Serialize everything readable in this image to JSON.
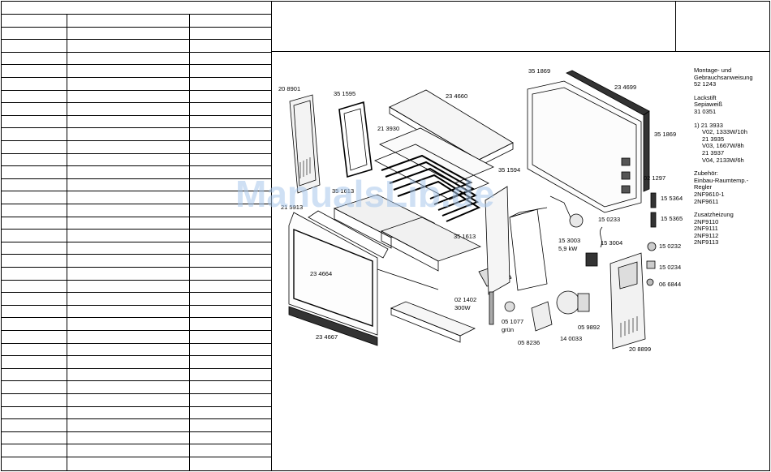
{
  "part_labels": [
    "35 1869",
    "23 4699",
    "35 1869",
    "20 8901",
    "35 1595",
    "23 4660",
    "21 3930",
    "35 1594",
    "02 1297",
    "35 1613",
    "15 5364",
    "15 5365",
    "15 0233",
    "35 1613",
    "15 3003",
    "5,9 kW",
    "15 3004",
    "15 0232",
    "15 0234",
    "06 6844",
    "23 4664",
    "02 1402",
    "300W",
    "05 1077",
    "grün",
    "05 9892",
    "14 0033",
    "05 8236",
    "20 8899",
    "23 4667",
    "21 5913"
  ],
  "notes": {
    "manual": [
      "Montage- und",
      "Gebrauchsanweisung",
      "52 1243"
    ],
    "paint": [
      "Lackstift",
      "Sepiaweiß",
      "31 0351"
    ],
    "variants": [
      "1) 21 3933",
      "V02, 1333W/10h",
      "21 3935",
      "V03, 1667W/8h",
      "21 3937",
      "V04, 2133W/6h"
    ],
    "accessory": [
      "Zubehör:",
      "Einbau-Raumtemp.-",
      "Regler",
      "2NF9610-1",
      "2NF9611"
    ],
    "extra_heating": [
      "Zusatzheizung",
      "2NF9110",
      "2NF9111",
      "2NF9112",
      "2NF9113"
    ]
  },
  "watermark": "ManualsLib.de"
}
